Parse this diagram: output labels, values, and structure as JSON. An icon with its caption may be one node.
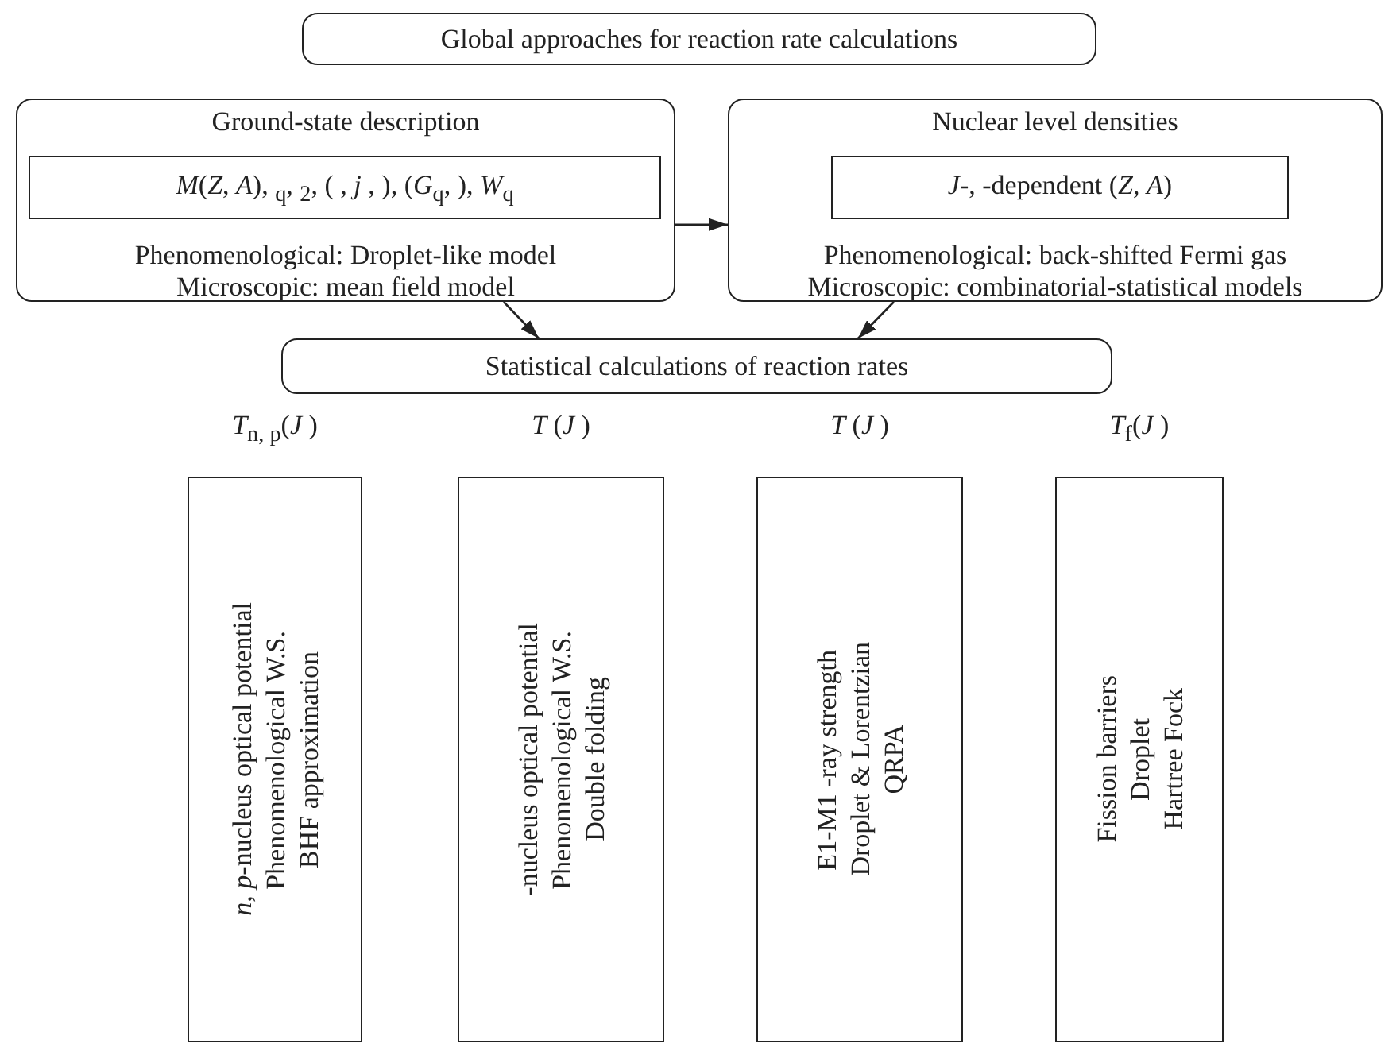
{
  "diagram": {
    "nodes": [
      {
        "text": [
          "Global approaches for reaction rate calculations"
        ]
      },
      {
        "text": [
          "Ground-state description",
          "Phenomenological: Droplet-like model",
          "Microscopic: mean field model"
        ]
      },
      {
        "text": [
          "*M*(*Z*, *A*), $_{q}$, $_{2}$, ( , *j* , ), (*G*$_{q}$, ), *W*$_{q}$"
        ],
        "in": 1
      },
      {
        "text": [
          "Nuclear level densities",
          "Phenomenological: back-shifted Fermi gas",
          "Microscopic: combinatorial-statistical models"
        ]
      },
      {
        "text": [
          "*J*-, -dependent (*Z*, *A*)"
        ],
        "in": 3
      },
      {
        "text": [
          "Statistical calculations of reaction rates"
        ]
      },
      {
        "text": [
          "*n*, *p*-nucleus optical potential",
          "Phenomenological W.S.",
          "BHF approximation"
        ]
      },
      {
        "text": [
          "-nucleus optical potential",
          "Phenomenological W.S.",
          "Double folding"
        ]
      },
      {
        "text": [
          "E1-M1 -ray strength",
          "Droplet & Lorentzian",
          "QRPA"
        ]
      },
      {
        "text": [
          "Fission barriers",
          "Droplet",
          "Hartree Fock"
        ]
      }
    ],
    "labels": [
      "*T*$_{n, p}$(*J* )",
      "*T* (*J* )",
      "*T* (*J* )",
      "*T*$_{f}$(*J* )"
    ],
    "edges": [
      {
        "from": 1,
        "to": 3,
        "arrow": "to"
      },
      {
        "from": 1,
        "to": 5,
        "arrow": "to"
      },
      {
        "from": 3,
        "to": 5,
        "arrow": "to"
      }
    ]
  }
}
